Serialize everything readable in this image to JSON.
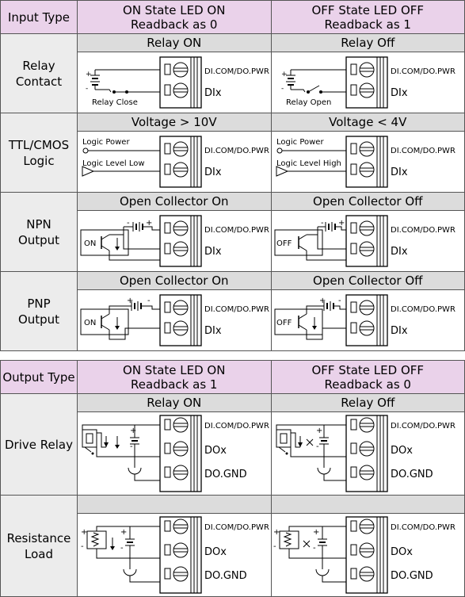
{
  "input_table": {
    "header": {
      "type_label": "Input Type",
      "on_line1": "ON State LED ON",
      "on_line2": "Readback as 0",
      "off_line1": "OFF State LED OFF",
      "off_line2": "Readback as 1"
    },
    "rows": [
      {
        "label_line1": "Relay",
        "label_line2": "Contact",
        "on_title": "Relay ON",
        "off_title": "Relay Off",
        "on_caption": "Relay Close",
        "off_caption": "Relay Open"
      },
      {
        "label_line1": "TTL/CMOS",
        "label_line2": "Logic",
        "on_title": "Voltage > 10V",
        "off_title": "Voltage < 4V",
        "on_power": "Logic Power",
        "off_power": "Logic Power",
        "on_level": "Logic Level Low",
        "off_level": "Logic Level High"
      },
      {
        "label_line1": "NPN",
        "label_line2": "Output",
        "on_title": "Open Collector On",
        "off_title": "Open Collector Off",
        "on_state": "ON",
        "off_state": "OFF"
      },
      {
        "label_line1": "PNP",
        "label_line2": "Output",
        "on_title": "Open Collector On",
        "off_title": "Open Collector Off",
        "on_state": "ON",
        "off_state": "OFF"
      }
    ]
  },
  "output_table": {
    "header": {
      "type_label": "Output Type",
      "on_line1": "ON State LED ON",
      "on_line2": "Readback as 1",
      "off_line1": "OFF State LED OFF",
      "off_line2": "Readback as 0"
    },
    "rows": [
      {
        "label_line1": "Drive Relay",
        "label_line2": "",
        "on_title": "Relay ON",
        "off_title": "Relay Off"
      },
      {
        "label_line1": "Resistance",
        "label_line2": "Load",
        "on_title": "",
        "off_title": ""
      }
    ]
  },
  "terminals": {
    "pwr": "DI.COM/DO.PWR",
    "di": "DIx",
    "do": "DOx",
    "gnd": "DO.GND",
    "plus": "+",
    "minus": "-"
  }
}
